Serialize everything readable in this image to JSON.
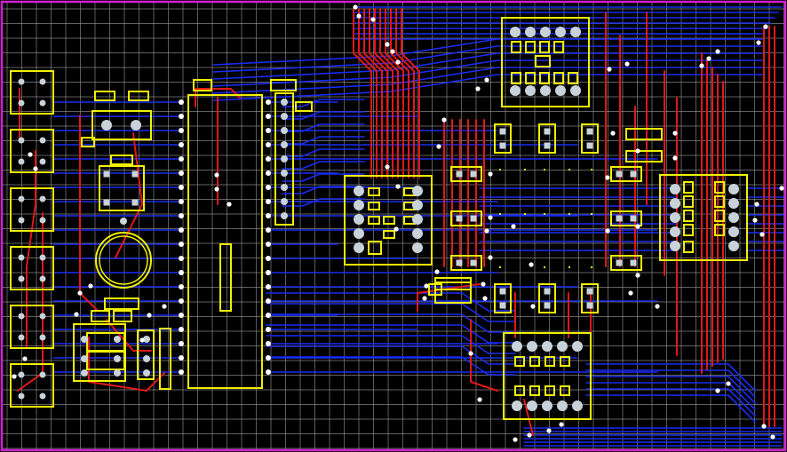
{
  "colors": {
    "background": "#000000",
    "grid": "#9a9a9a",
    "board_outline": "#d020d0",
    "silkscreen": "#f0f000",
    "top_trace": "#e01818",
    "bottom_trace": "#1a2cf0",
    "pad": "#c8d2d8",
    "via": "#ffffff"
  },
  "layers": {
    "grid": "grid-layer",
    "bottom": "bottom-copper-layer",
    "top": "top-copper-layer",
    "silk": "silkscreen-layer",
    "pads": "pad-layer"
  }
}
